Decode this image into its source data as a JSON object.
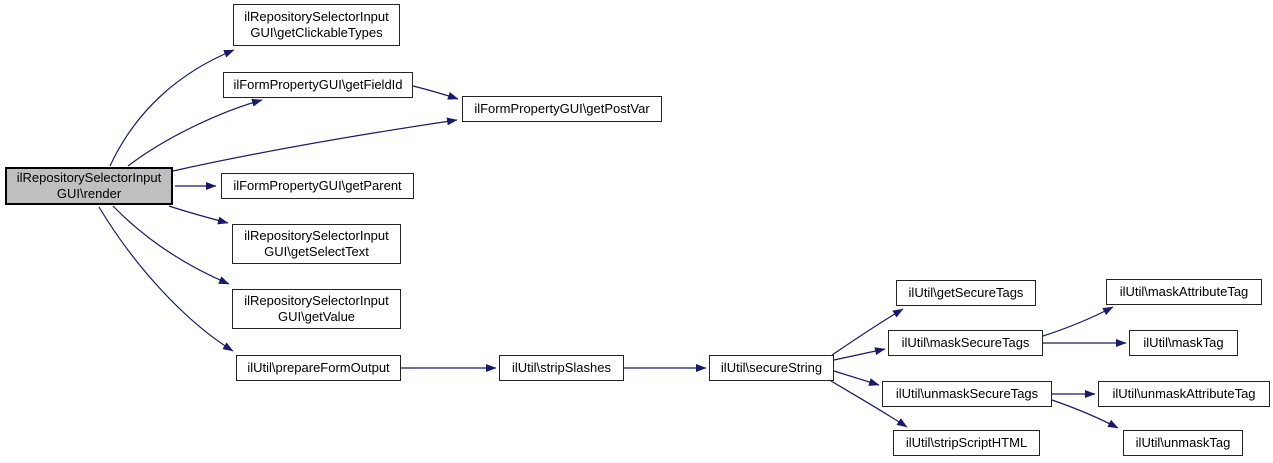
{
  "graph": {
    "type": "call-graph",
    "root_function": "ilRepositorySelectorInputGUI\\render",
    "colors": {
      "edge": "#191970",
      "node_border": "#242424",
      "node_fill": "#ffffff",
      "root_fill": "#bfbfbf",
      "text": "#000000",
      "background": "#ffffff"
    },
    "nodes": [
      {
        "id": "render",
        "lines": [
          "ilRepositorySelectorInput",
          "GUI\\render"
        ]
      },
      {
        "id": "getClickableTypes",
        "lines": [
          "ilRepositorySelectorInput",
          "GUI\\getClickableTypes"
        ]
      },
      {
        "id": "getFieldId",
        "lines": [
          "ilFormPropertyGUI\\getFieldId"
        ]
      },
      {
        "id": "getPostVar",
        "lines": [
          "ilFormPropertyGUI\\getPostVar"
        ]
      },
      {
        "id": "getParent",
        "lines": [
          "ilFormPropertyGUI\\getParent"
        ]
      },
      {
        "id": "getSelectText",
        "lines": [
          "ilRepositorySelectorInput",
          "GUI\\getSelectText"
        ]
      },
      {
        "id": "getValue",
        "lines": [
          "ilRepositorySelectorInput",
          "GUI\\getValue"
        ]
      },
      {
        "id": "prepareFormOutput",
        "lines": [
          "ilUtil\\prepareFormOutput"
        ]
      },
      {
        "id": "stripSlashes",
        "lines": [
          "ilUtil\\stripSlashes"
        ]
      },
      {
        "id": "secureString",
        "lines": [
          "ilUtil\\secureString"
        ]
      },
      {
        "id": "getSecureTags",
        "lines": [
          "ilUtil\\getSecureTags"
        ]
      },
      {
        "id": "maskAttributeTag",
        "lines": [
          "ilUtil\\maskAttributeTag"
        ]
      },
      {
        "id": "maskSecureTags",
        "lines": [
          "ilUtil\\maskSecureTags"
        ]
      },
      {
        "id": "maskTag",
        "lines": [
          "ilUtil\\maskTag"
        ]
      },
      {
        "id": "unmaskSecureTags",
        "lines": [
          "ilUtil\\unmaskSecureTags"
        ]
      },
      {
        "id": "unmaskAttributeTag",
        "lines": [
          "ilUtil\\unmaskAttributeTag"
        ]
      },
      {
        "id": "stripScriptHTML",
        "lines": [
          "ilUtil\\stripScriptHTML"
        ]
      },
      {
        "id": "unmaskTag",
        "lines": [
          "ilUtil\\unmaskTag"
        ]
      }
    ],
    "edges": [
      {
        "from": "render",
        "to": "getClickableTypes"
      },
      {
        "from": "render",
        "to": "getFieldId"
      },
      {
        "from": "render",
        "to": "getPostVar"
      },
      {
        "from": "render",
        "to": "getParent"
      },
      {
        "from": "render",
        "to": "getSelectText"
      },
      {
        "from": "render",
        "to": "getValue"
      },
      {
        "from": "render",
        "to": "prepareFormOutput"
      },
      {
        "from": "getFieldId",
        "to": "getPostVar"
      },
      {
        "from": "prepareFormOutput",
        "to": "stripSlashes"
      },
      {
        "from": "stripSlashes",
        "to": "secureString"
      },
      {
        "from": "secureString",
        "to": "getSecureTags"
      },
      {
        "from": "secureString",
        "to": "maskSecureTags"
      },
      {
        "from": "secureString",
        "to": "unmaskSecureTags"
      },
      {
        "from": "secureString",
        "to": "stripScriptHTML"
      },
      {
        "from": "maskSecureTags",
        "to": "maskAttributeTag"
      },
      {
        "from": "maskSecureTags",
        "to": "maskTag"
      },
      {
        "from": "unmaskSecureTags",
        "to": "unmaskAttributeTag"
      },
      {
        "from": "unmaskSecureTags",
        "to": "unmaskTag"
      }
    ]
  }
}
